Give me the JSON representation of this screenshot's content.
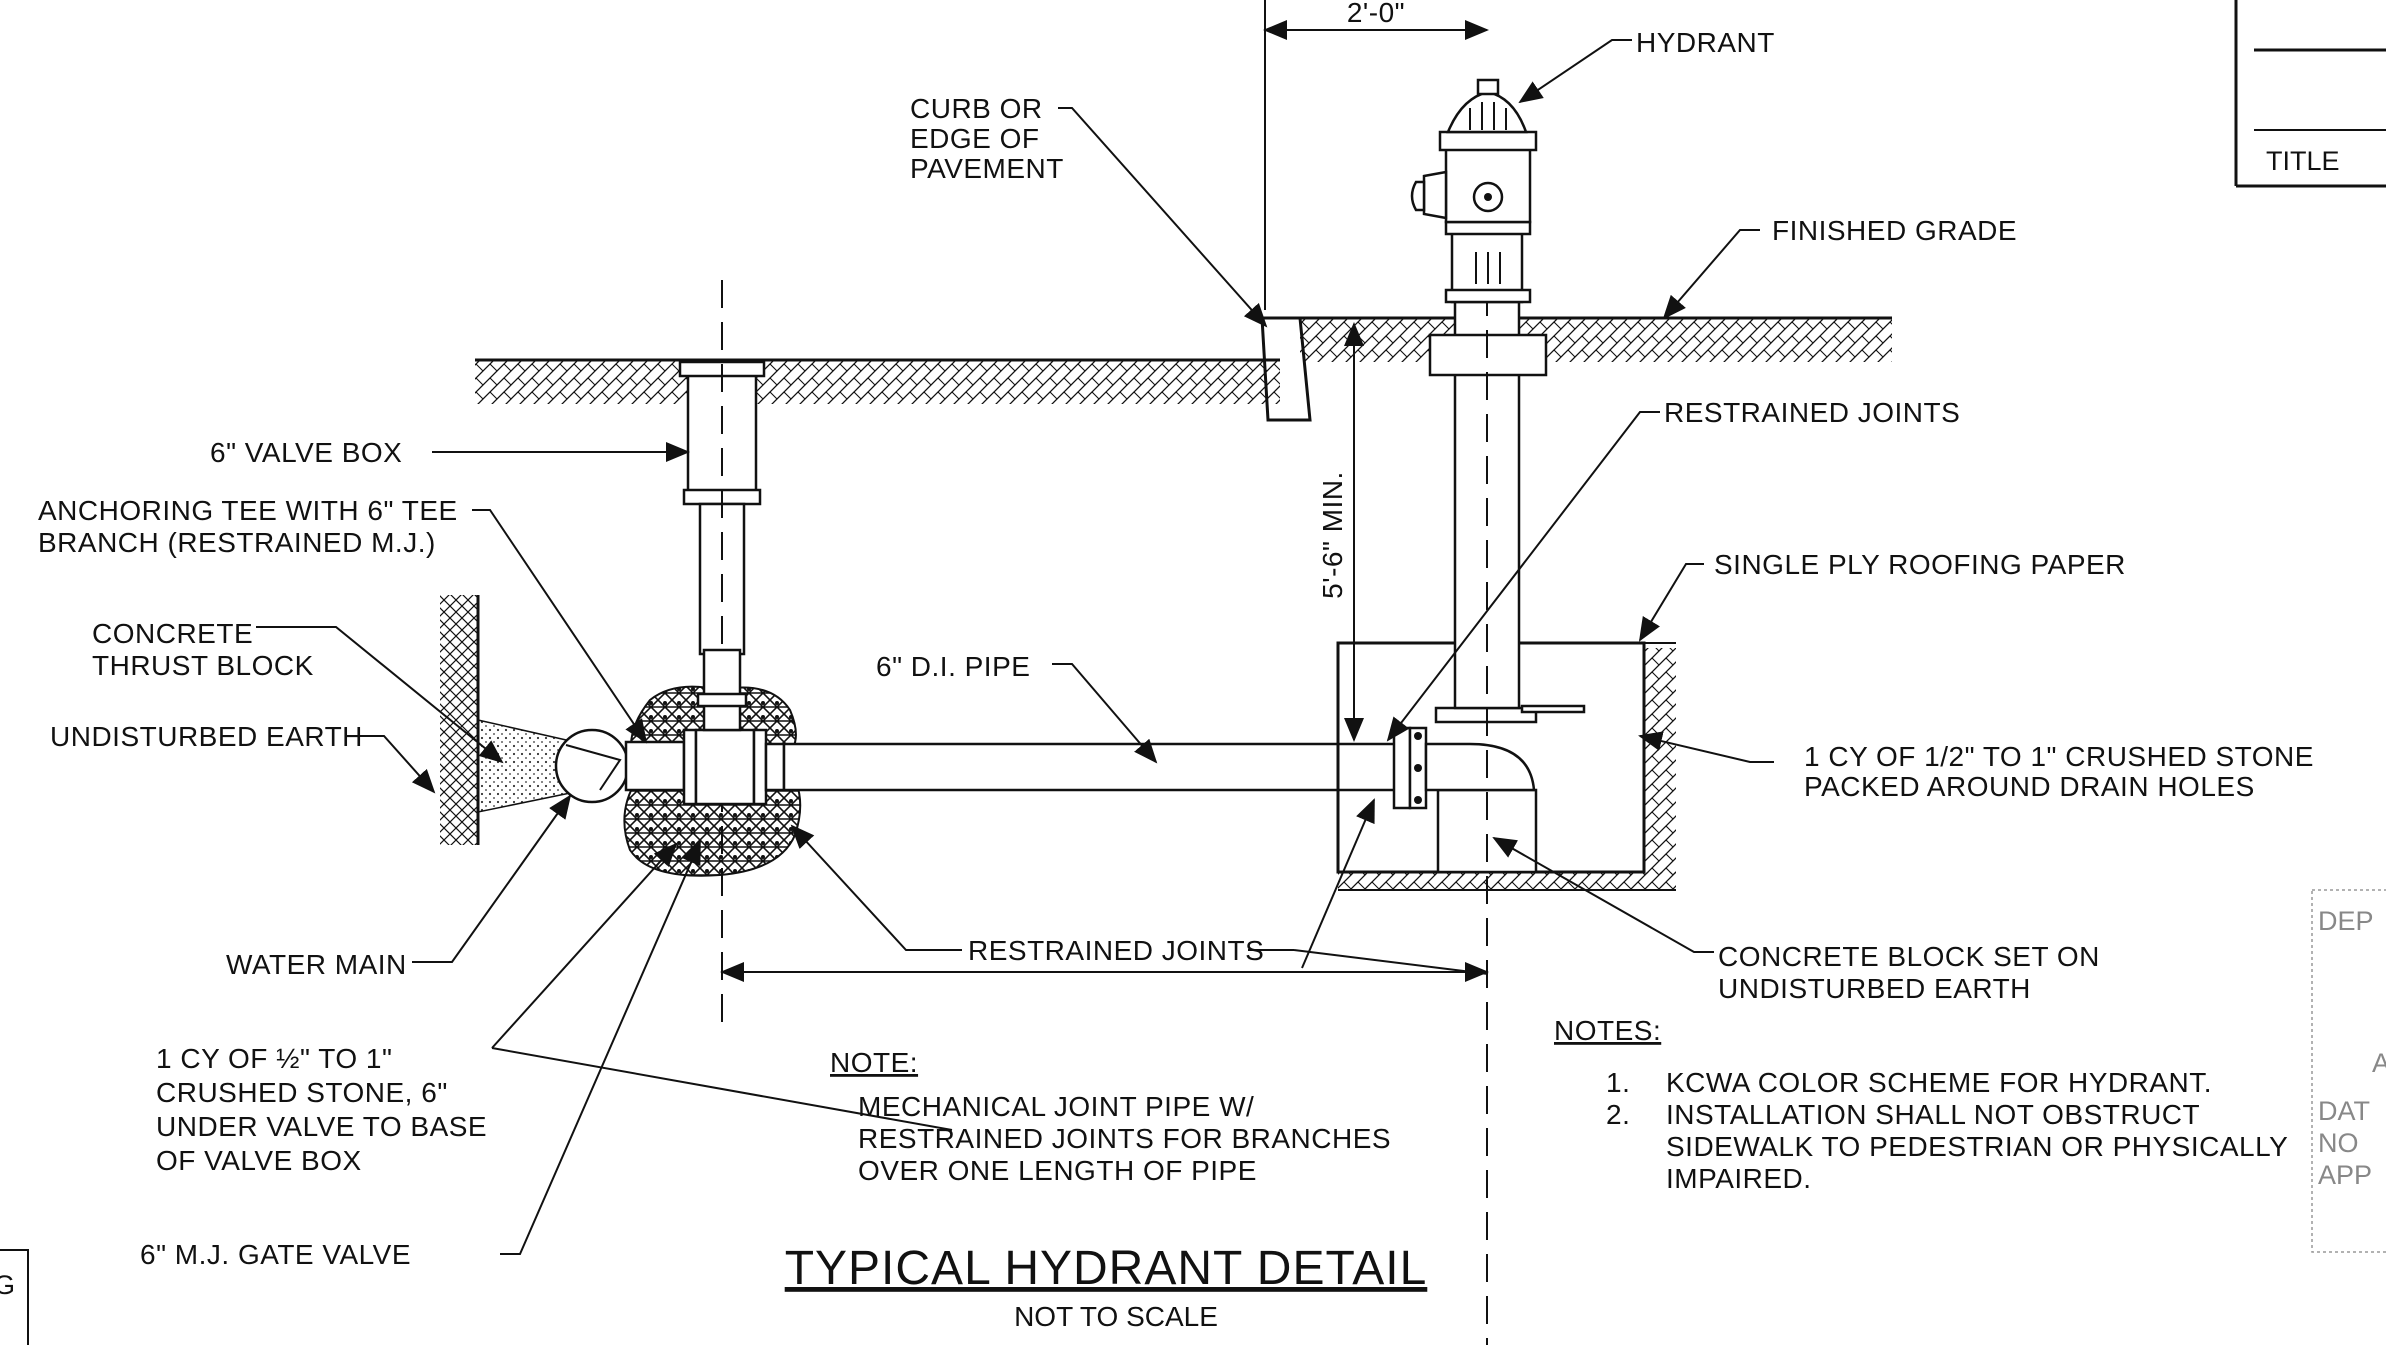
{
  "title": "TYPICAL HYDRANT DETAIL",
  "subtitle": "NOT TO SCALE",
  "dimensions": {
    "hydrant_offset": "2'-0\"",
    "bury_depth": "5'-6\" MIN."
  },
  "labels": {
    "hydrant": "HYDRANT",
    "curb": [
      "CURB OR",
      "EDGE OF",
      "PAVEMENT"
    ],
    "finished_grade": "FINISHED GRADE",
    "restrained_joints_upper": "RESTRAINED JOINTS",
    "single_ply": "SINGLE PLY ROOFING PAPER",
    "valve_box": "6\" VALVE BOX",
    "anchoring_tee": [
      "ANCHORING TEE WITH 6\" TEE",
      "BRANCH (RESTRAINED M.J.)"
    ],
    "thrust_block": [
      "CONCRETE",
      "THRUST BLOCK"
    ],
    "undisturbed_earth": "UNDISTURBED EARTH",
    "di_pipe": "6\" D.I. PIPE",
    "crushed_stone_hydrant": [
      "1 CY OF 1/2\" TO 1\" CRUSHED STONE",
      "PACKED AROUND DRAIN HOLES"
    ],
    "water_main": "WATER MAIN",
    "restrained_joints_lower": "RESTRAINED JOINTS",
    "concrete_block": [
      "CONCRETE BLOCK SET ON",
      "UNDISTURBED EARTH"
    ],
    "crushed_stone_valve": [
      "1 CY OF ½\" TO 1\"",
      "CRUSHED STONE, 6\"",
      "UNDER VALVE TO BASE",
      "OF VALVE BOX"
    ],
    "gate_valve": "6\" M.J. GATE VALVE"
  },
  "note": {
    "heading": "NOTE:",
    "lines": [
      "MECHANICAL JOINT PIPE W/",
      "RESTRAINED JOINTS FOR BRANCHES",
      "OVER ONE LENGTH OF PIPE"
    ]
  },
  "notes": {
    "heading": "NOTES:",
    "items": [
      {
        "num": "1.",
        "lines": [
          "KCWA COLOR SCHEME FOR HYDRANT."
        ]
      },
      {
        "num": "2.",
        "lines": [
          "INSTALLATION SHALL NOT OBSTRUCT",
          "SIDEWALK TO PEDESTRIAN OR PHYSICALLY",
          "IMPAIRED."
        ]
      }
    ]
  },
  "title_block": {
    "title_label": "TITLE",
    "stamp_lines": [
      "DEP",
      "A",
      "DAT",
      "NO",
      "APP"
    ],
    "left_edge_fragment": "G"
  }
}
